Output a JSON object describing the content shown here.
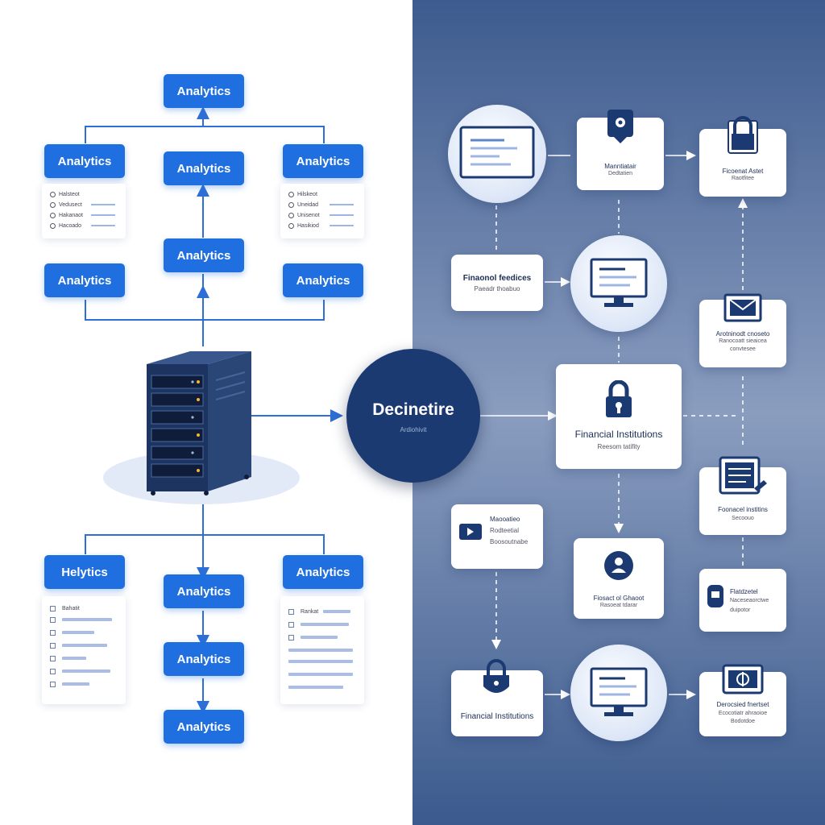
{
  "left": {
    "top_node": "Analytics",
    "row1": [
      "Analytics",
      "Analytics",
      "Analytics"
    ],
    "middle_node": "Analytics",
    "row2": [
      "Analytics",
      "Analytics"
    ],
    "bottom_row": [
      "Helytics",
      "Analytics",
      "Analytics"
    ],
    "bottom_chain": [
      "Analytics",
      "Analytics"
    ],
    "mini_card_left": [
      "Halsteot",
      "Vedusect",
      "Hakanaot",
      "Hacoado"
    ],
    "mini_card_right": [
      "Hilskeot",
      "Uneidad",
      "Unisenot",
      "Hasikiod"
    ],
    "list_card_left_header": "Bahatit",
    "list_card_right_header": "Rankat"
  },
  "center": {
    "title": "Decinetire",
    "subtitle": "Ardiohivit"
  },
  "right": {
    "card_top_mid": [
      "Manntiatair",
      "Dedtatien"
    ],
    "card_top_right": [
      "Ficoenat Astet",
      "Raotfitee"
    ],
    "card_finance_left": [
      "Finaonol feedices",
      "Paeadr thoabuo"
    ],
    "card_right_2": [
      "Arotninodt cnoseto",
      "Ranocoatt sieaicea",
      "convtesee"
    ],
    "card_center": [
      "Financial Institutions",
      "Reesom tatifity"
    ],
    "card_right_3": [
      "Foonacel institins",
      "Secoouo"
    ],
    "card_left_4": [
      "Maooatieo",
      "Rodteetial",
      "Boosoutnabe"
    ],
    "card_mid_4": [
      "Fiosact ol Ghaoot",
      "Rasoeat tdarar"
    ],
    "card_right_4": [
      "Flatdzetel",
      "Naceseaorctwe",
      "duipotor"
    ],
    "card_bottom_left": "Financial Institutions",
    "card_bottom_right": [
      "Derocsied fnertset",
      "Ecocotiatr ahraoioe",
      "Bodotdoe"
    ]
  }
}
